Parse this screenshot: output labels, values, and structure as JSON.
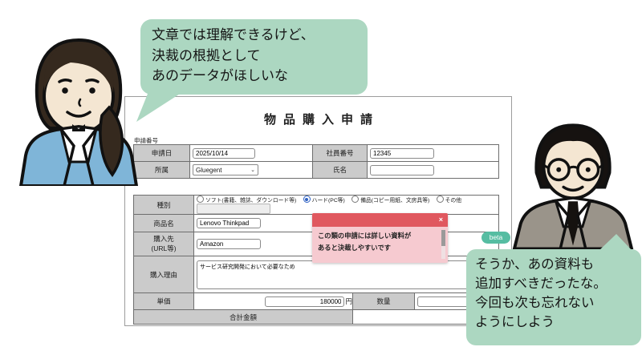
{
  "colors": {
    "speech_bubble": "#acd7c1",
    "popup_header": "#e0585f",
    "popup_body": "#f6cad0",
    "beta_badge": "#56bda2",
    "form_label_cell": "#cbcbcb",
    "woman_jacket": "#7fb5d8",
    "man_suit": "#9a948a"
  },
  "left_person_bubble": {
    "text": "文章では理解できるけど、\n決裁の根拠として\nあのデータがほしいな"
  },
  "right_person_bubble": {
    "text": "そうか、あの資料も\n追加すべきだったな。\n今回も次も忘れない\nようにしよう"
  },
  "beta_badge": {
    "label": "beta"
  },
  "form": {
    "title": "物品購入申請",
    "application_number_label": "申請番号",
    "rows": {
      "application_date": {
        "label": "申請日",
        "value": "2025/10/14"
      },
      "employee_number": {
        "label": "社員番号",
        "value": "12345"
      },
      "department": {
        "label": "所属",
        "value": "Gluegent"
      },
      "full_name": {
        "label": "氏名",
        "value": ""
      },
      "category": {
        "label": "種別",
        "options": [
          {
            "label": "ソフト(書籍、雑誌、ダウンロード等)",
            "selected": false
          },
          {
            "label": "ハード(PC等)",
            "selected": true
          },
          {
            "label": "備品(コピー用紙、文房具等)",
            "selected": false
          },
          {
            "label": "その他",
            "selected": false
          }
        ]
      },
      "product_name": {
        "label": "商品名",
        "value": "Lenovo Thinkpad"
      },
      "vendor": {
        "label": "購入先\n(URL等)",
        "value": "Amazon"
      },
      "purchase_reason": {
        "label": "購入理由",
        "value": "サービス研究開発において必要なため"
      },
      "unit_price": {
        "label": "単価",
        "value": "180000",
        "unit": "円"
      },
      "quantity": {
        "label": "数量",
        "value": ""
      },
      "total": {
        "label": "合計金額",
        "value": ""
      }
    }
  },
  "popup": {
    "message": "この類の申請には詳しい資料が\nあると決裁しやすいです",
    "close_label": "×"
  }
}
